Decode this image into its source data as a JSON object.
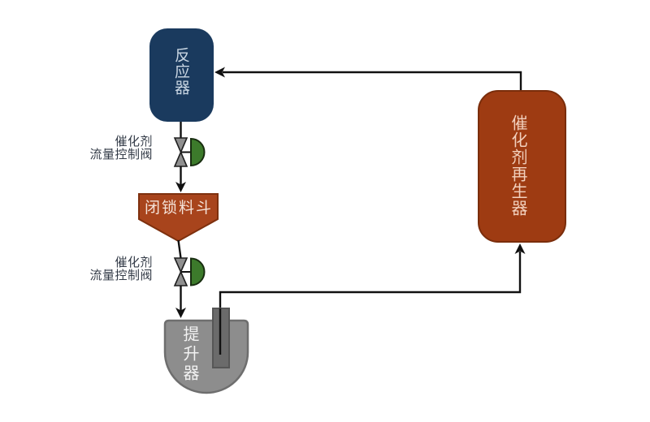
{
  "canvas": {
    "background": "#FFFFFF"
  },
  "nodes": {
    "reactor": {
      "label": "反应器"
    },
    "regenerator": {
      "label": "催化剂再生器"
    },
    "lock_hopper": {
      "label": "闭锁料斗"
    },
    "riser": {
      "label": "提升器"
    },
    "upper_valve": {
      "label": "催化剂\n流量控制阀"
    },
    "lower_valve": {
      "label": "催化剂\n流量控制阀"
    }
  },
  "colors": {
    "line": "#111111",
    "reactor_fill": "#1A3A5E",
    "reactor_text": "#C9D6E3",
    "regenerator_fill": "#9E3B12",
    "regenerator_stroke": "#7A2D0B",
    "regenerator_text": "#F2D0BD",
    "hopper_fill": "#A8441C",
    "hopper_stroke": "#7E300E",
    "hopper_text": "#F4E2D8",
    "riser_fill": "#8D8D8D",
    "riser_stroke": "#6E6E6E",
    "riser_text": "#F2F2F2",
    "dip_tube_fill": "#6B6B6B",
    "dip_tube_stroke": "#565656",
    "valve_body_fill": "#8F8F8F",
    "valve_body_stroke": "#1F1F1F",
    "valve_actuator_fill": "#3C7A2B",
    "valve_actuator_stroke": "#182D10",
    "valve_label_text": "#333B47"
  }
}
